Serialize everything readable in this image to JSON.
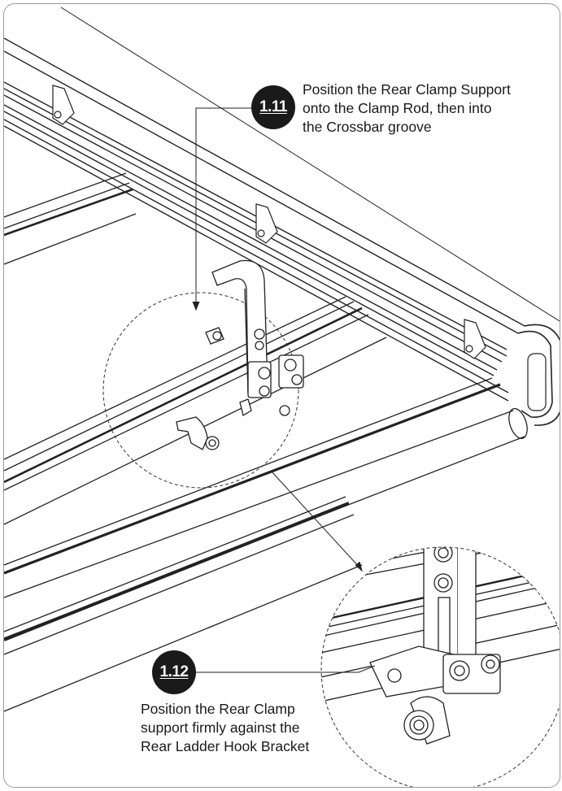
{
  "steps": [
    {
      "number": "1.11",
      "lines": [
        "Position the Rear Clamp Support",
        "onto the Clamp Rod, then into",
        "the Crossbar groove"
      ]
    },
    {
      "number": "1.12",
      "lines": [
        "Position the Rear Clamp",
        "support firmly against the",
        "Rear Ladder Hook Bracket"
      ]
    }
  ]
}
